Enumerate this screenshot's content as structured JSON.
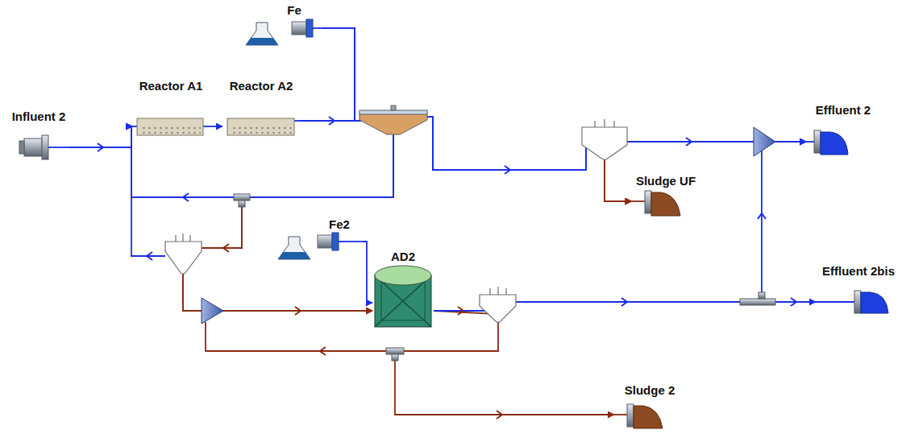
{
  "diagram": {
    "nodes": [
      {
        "text": [
          "Influent 2"
        ]
      },
      {
        "text": [
          "Reactor A1"
        ]
      },
      {
        "text": [
          "Reactor A2"
        ]
      },
      {
        "text": [
          "Fe"
        ]
      },
      {
        "text": [
          "Sludge UF"
        ]
      },
      {
        "text": [
          "Effluent 2"
        ]
      },
      {
        "text": [
          "Fe2"
        ]
      },
      {
        "text": [
          "AD2"
        ]
      },
      {
        "text": [
          "Effluent 2bis"
        ]
      },
      {
        "text": [
          "Sludge 2"
        ]
      }
    ],
    "edges": [
      {
        "from": 0,
        "to": 1,
        "arrow": "to"
      },
      {
        "from": 1,
        "to": 2,
        "arrow": "to"
      },
      {
        "from": 2,
        "to": 5,
        "arrow": "to"
      },
      {
        "from": 2,
        "to": 4,
        "arrow": "to"
      },
      {
        "from": 2,
        "to": 1,
        "arrow": "to"
      },
      {
        "from": 2,
        "to": 7,
        "arrow": "to"
      },
      {
        "from": 3,
        "to": 5,
        "arrow": "to"
      },
      {
        "from": 3,
        "to": 4,
        "arrow": "to"
      },
      {
        "from": 3,
        "to": 1,
        "arrow": "to"
      },
      {
        "from": 3,
        "to": 7,
        "arrow": "to"
      },
      {
        "from": 6,
        "to": 7,
        "arrow": "to"
      },
      {
        "from": 7,
        "to": 8,
        "arrow": "to"
      },
      {
        "from": 7,
        "to": 5,
        "arrow": "to"
      },
      {
        "from": 7,
        "to": 9,
        "arrow": "to"
      }
    ]
  }
}
